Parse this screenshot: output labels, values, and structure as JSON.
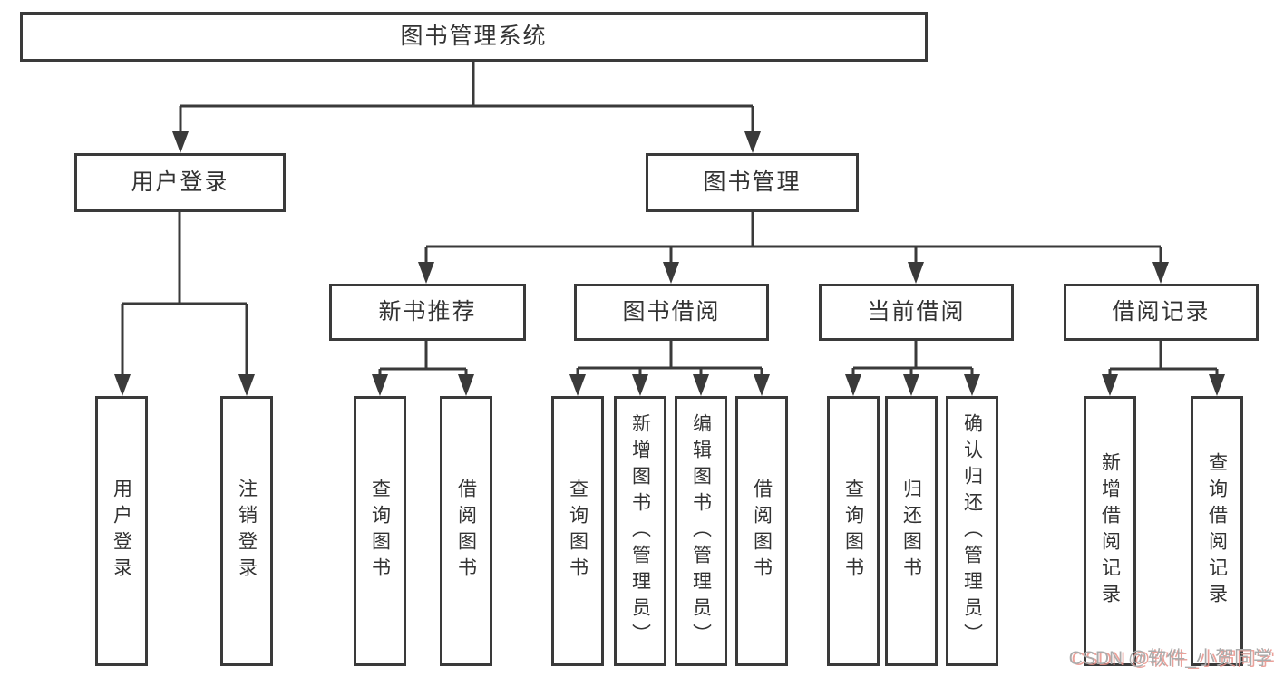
{
  "diagram": {
    "root": {
      "label": "图书管理系统"
    },
    "level2": {
      "user_login": {
        "label": "用户登录"
      },
      "book_management": {
        "label": "图书管理"
      }
    },
    "level3": {
      "new_book_recommend": {
        "label": "新书推荐"
      },
      "book_borrowing": {
        "label": "图书借阅"
      },
      "current_borrowing": {
        "label": "当前借阅"
      },
      "borrowing_records": {
        "label": "借阅记录"
      }
    },
    "leaves": {
      "user_login_leaf": {
        "label": "用户登录"
      },
      "logout": {
        "label": "注销登录"
      },
      "nb_query_books": {
        "label": "查询图书"
      },
      "nb_borrow_books": {
        "label": "借阅图书"
      },
      "bb_query_books": {
        "label": "查询图书"
      },
      "bb_add_books_admin": {
        "label": "新增图书（管理员）"
      },
      "bb_edit_books_admin": {
        "label": "编辑图书（管理员）"
      },
      "bb_borrow_books": {
        "label": "借阅图书"
      },
      "cb_query_books": {
        "label": "查询图书"
      },
      "cb_return_books": {
        "label": "归还图书"
      },
      "cb_confirm_return_admin": {
        "label": "确认归还（管理员）"
      },
      "br_add_borrow_record": {
        "label": "新增借阅记录"
      },
      "br_query_borrow_record": {
        "label": "查询借阅记录"
      }
    }
  },
  "watermark": {
    "text": "CSDN @软件_小贺同学"
  },
  "colors": {
    "line": "#3a3a3a",
    "text": "#333333",
    "background": "#ffffff",
    "watermark_text": "#ababab",
    "watermark_shadow": "#e7928a"
  }
}
